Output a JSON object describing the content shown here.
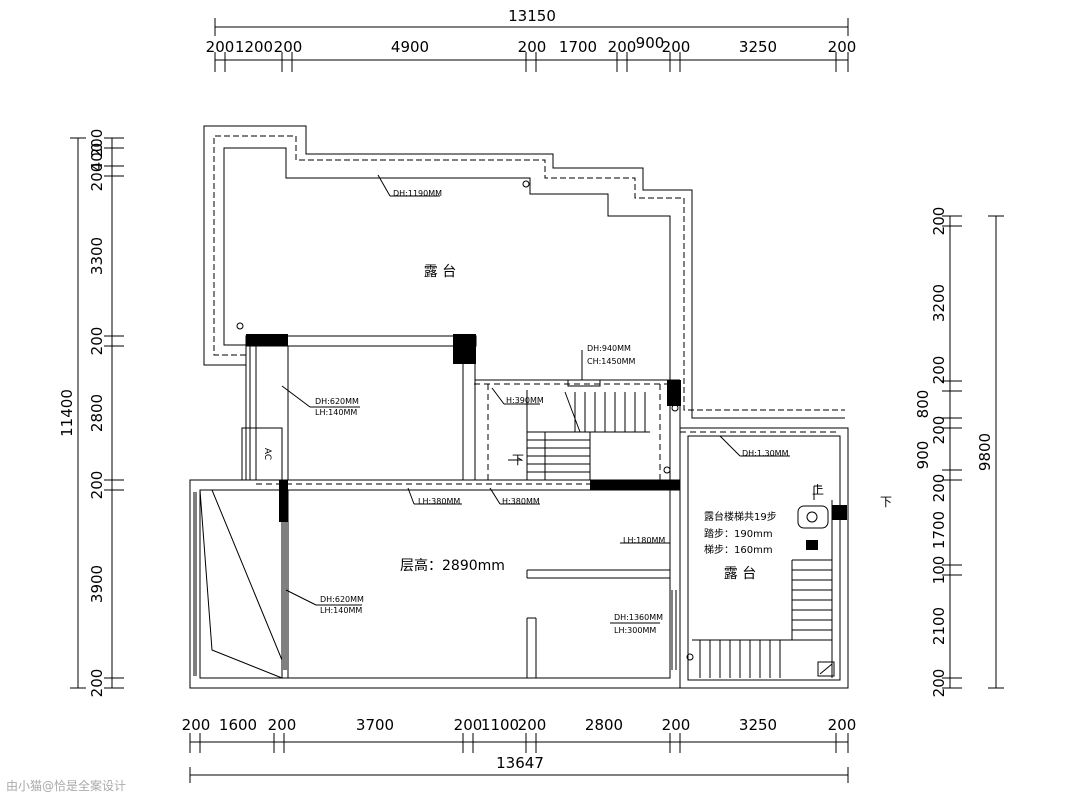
{
  "dimensions": {
    "top_total": "13150",
    "top_segments": [
      "200",
      "1200",
      "200",
      "4900",
      "200",
      "1700",
      "200",
      "900",
      "200",
      "3250",
      "200"
    ],
    "bottom_total": "13647",
    "bottom_segments": [
      "200",
      "1600",
      "200",
      "3700",
      "200",
      "1100",
      "200",
      "2800",
      "200",
      "3250",
      "200"
    ],
    "left_total": "11400",
    "left_segments": [
      "200",
      "400",
      "200",
      "3300",
      "200",
      "2800",
      "200",
      "3900",
      "200"
    ],
    "right_total": "9800",
    "right_segments": [
      "200",
      "3200",
      "200",
      "800",
      "200",
      "900",
      "200",
      "1700",
      "100",
      "2100",
      "200"
    ]
  },
  "rooms": {
    "terrace_top": "露 台",
    "terrace_right": "露 台",
    "ceiling_height": "层高：2890mm"
  },
  "annotations": {
    "dh_1190": "DH:1190MM",
    "dh_620_a": "DH:620MM",
    "lh_140_a": "LH:140MM",
    "dh_940": "DH:940MM",
    "ch_1450": "CH:1450MM",
    "h_390": "H:390MM",
    "dh_130": "DH:1.30MM",
    "lh_380_a": "LH:380MM",
    "h_380": "H:380MM",
    "lh_180": "LH:180MM",
    "dh_620_b": "DH:620MM",
    "lh_140_b": "LH:140MM",
    "dh_1360": "DH:1360MM",
    "lh_300": "LH:300MM",
    "stair_note": "露台楼梯共19步",
    "tread_note": "踏步：190mm",
    "riser_note": "梯步：160mm",
    "ac_label": "AC",
    "down_1": "下",
    "down_2": "下",
    "up_1": "上"
  },
  "watermark": "由小猫@恰是全案设计"
}
